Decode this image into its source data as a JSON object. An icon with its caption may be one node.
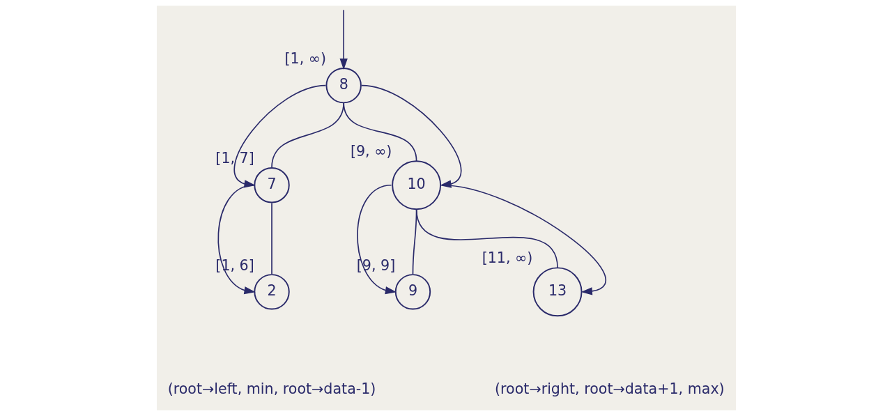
{
  "diagram": {
    "nodes": [
      {
        "text": [
          "8"
        ],
        "beside": [
          "[1, ∞)"
        ]
      },
      {
        "text": [
          "7"
        ],
        "beside": [
          "[1, 7]"
        ]
      },
      {
        "text": [
          "10"
        ],
        "beside": [
          "[9, ∞)"
        ]
      },
      {
        "text": [
          "2"
        ],
        "beside": [
          "[1, 6]"
        ]
      },
      {
        "text": [
          "9"
        ],
        "beside": [
          "[9, 9]"
        ]
      },
      {
        "text": [
          "13"
        ],
        "beside": [
          "[11, ∞)"
        ]
      }
    ],
    "edges": [
      {
        "from": null,
        "to": 0,
        "arrow": "to"
      },
      {
        "from": 0,
        "to": 1,
        "arrow": "none"
      },
      {
        "from": 0,
        "to": 2,
        "arrow": "none"
      },
      {
        "from": 1,
        "to": 3,
        "arrow": "none"
      },
      {
        "from": 2,
        "to": 4,
        "arrow": "none"
      },
      {
        "from": 2,
        "to": 5,
        "arrow": "none"
      },
      {
        "from": 0,
        "to": 1,
        "arrow": "to"
      },
      {
        "from": 0,
        "to": 2,
        "arrow": "to"
      },
      {
        "from": 1,
        "to": 3,
        "arrow": "to"
      },
      {
        "from": 2,
        "to": 4,
        "arrow": "to"
      },
      {
        "from": 2,
        "to": 5,
        "arrow": "to"
      }
    ],
    "labels": [
      "(root→left, min, root→data-1)",
      "(root→right, root→data+1, max)"
    ]
  }
}
